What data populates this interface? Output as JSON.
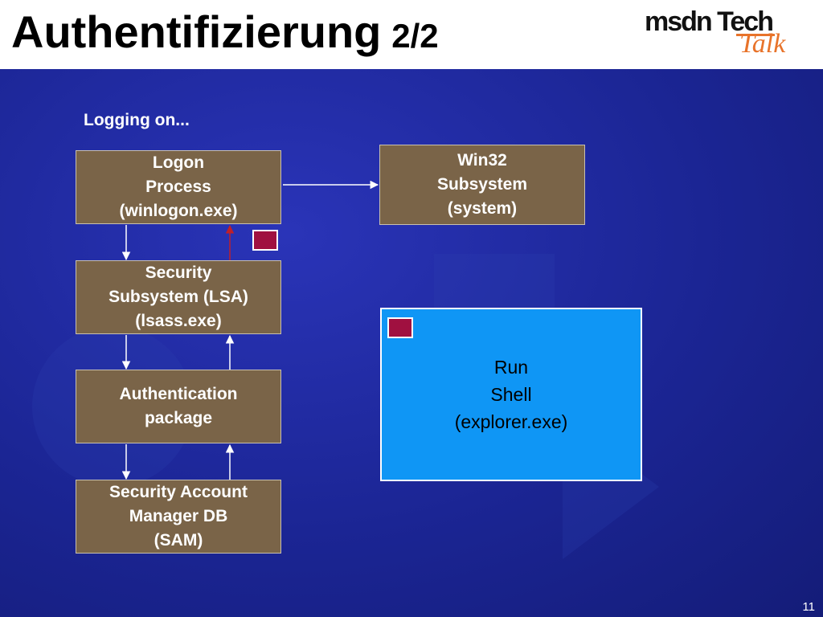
{
  "slide": {
    "title": "Authentifizierung",
    "title_suffix": "2/2",
    "page_number": "11",
    "logo": {
      "word1": "msdn Tech",
      "word2": "Talk"
    }
  },
  "diagram": {
    "caption": "Logging on...",
    "nodes": {
      "logon": {
        "lines": [
          "Logon",
          "Process",
          "(winlogon.exe)"
        ]
      },
      "win32": {
        "lines": [
          "Win32",
          "Subsystem",
          "(system)"
        ]
      },
      "lsa": {
        "lines": [
          "Security",
          "Subsystem (LSA)",
          "(lsass.exe)"
        ]
      },
      "auth": {
        "lines": [
          "Authentication",
          "package"
        ]
      },
      "sam": {
        "lines": [
          "Security Account",
          "Manager DB",
          "(SAM)"
        ]
      },
      "shell": {
        "lines": [
          "Run",
          "Shell",
          "(explorer.exe)"
        ]
      }
    },
    "colors": {
      "background": "#1b2594",
      "node_fill": "#7a6448",
      "shell_fill": "#0f96f5",
      "marker": "#a01040",
      "arrow": "#ffffff",
      "return_arrow": "#c0202a"
    }
  }
}
